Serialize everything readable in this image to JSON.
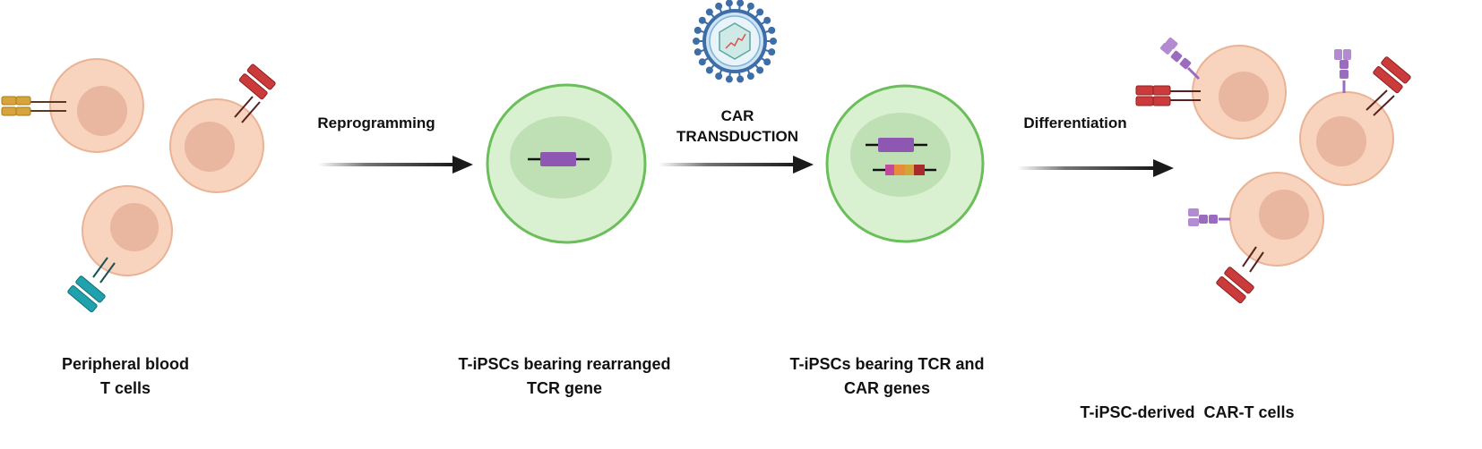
{
  "stages": [
    {
      "id": "peripheral",
      "lines": [
        "Peripheral blood",
        "T cells"
      ]
    },
    {
      "id": "tipsc-tcr",
      "lines": [
        "T-iPSCs bearing rearranged",
        "TCR gene"
      ]
    },
    {
      "id": "tipsc-car",
      "lines": [
        "T-iPSCs bearing TCR and",
        "CAR genes"
      ]
    },
    {
      "id": "car-t",
      "lines": [
        "T-iPSC-derived  CAR-T cells"
      ]
    }
  ],
  "steps": [
    {
      "id": "reprogramming",
      "lines": [
        "Reprogramming"
      ]
    },
    {
      "id": "car-transduction",
      "lines": [
        "CAR",
        "TRANSDUCTION"
      ]
    },
    {
      "id": "differentiation",
      "lines": [
        "Differentiation"
      ]
    }
  ],
  "colors": {
    "t_cell_fill": "#f8d3bd",
    "t_cell_stroke": "#e9b395",
    "t_cell_nucleus": "#e9b6a0",
    "ipsc_fill": "#d9f0d1",
    "ipsc_stroke": "#6bbf5a",
    "ipsc_nucleus": "#bfe0b4",
    "tcr_gene": "#8e58b2",
    "tcr_red": "#cc3b3b",
    "tcr_gold": "#d6a43a",
    "tcr_teal": "#1fa2ad",
    "car_purple": "#9b6bbf",
    "virus_blue": "#3d6ea8",
    "arrow": "#1a1a1a"
  }
}
